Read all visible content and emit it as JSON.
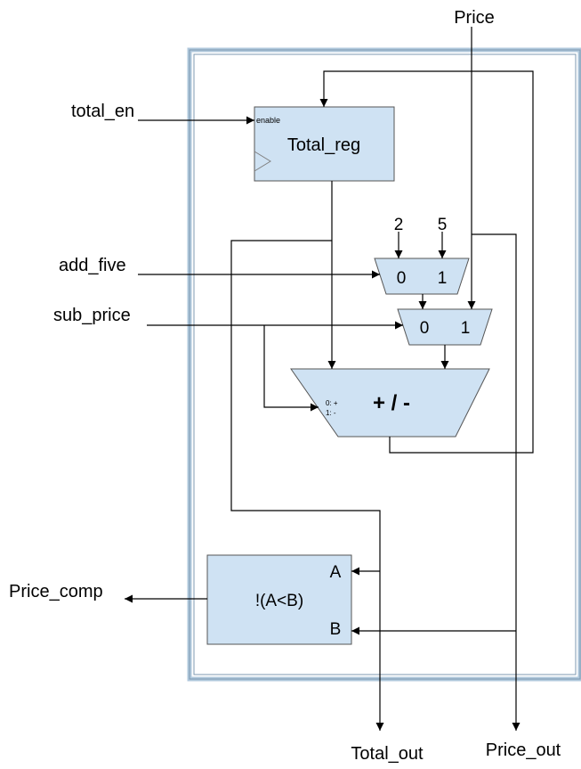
{
  "ports": {
    "price": "Price",
    "total_en": "total_en",
    "add_five": "add_five",
    "sub_price": "sub_price",
    "price_comp": "Price_comp",
    "total_out": "Total_out",
    "price_out": "Price_out"
  },
  "register": {
    "name": "Total_reg",
    "enable_label": "enable"
  },
  "mux_top": {
    "input0_const": "2",
    "input1_const": "5",
    "sel0": "0",
    "sel1": "1"
  },
  "mux_bottom": {
    "sel0": "0",
    "sel1": "1"
  },
  "alu": {
    "op": "+ / -",
    "mode0": "0: +",
    "mode1": "1: -"
  },
  "comparator": {
    "expr": "!(A<B)",
    "in_a": "A",
    "in_b": "B"
  },
  "colors": {
    "block_fill": "#cfe2f3",
    "frame": "#b0c8dc"
  }
}
